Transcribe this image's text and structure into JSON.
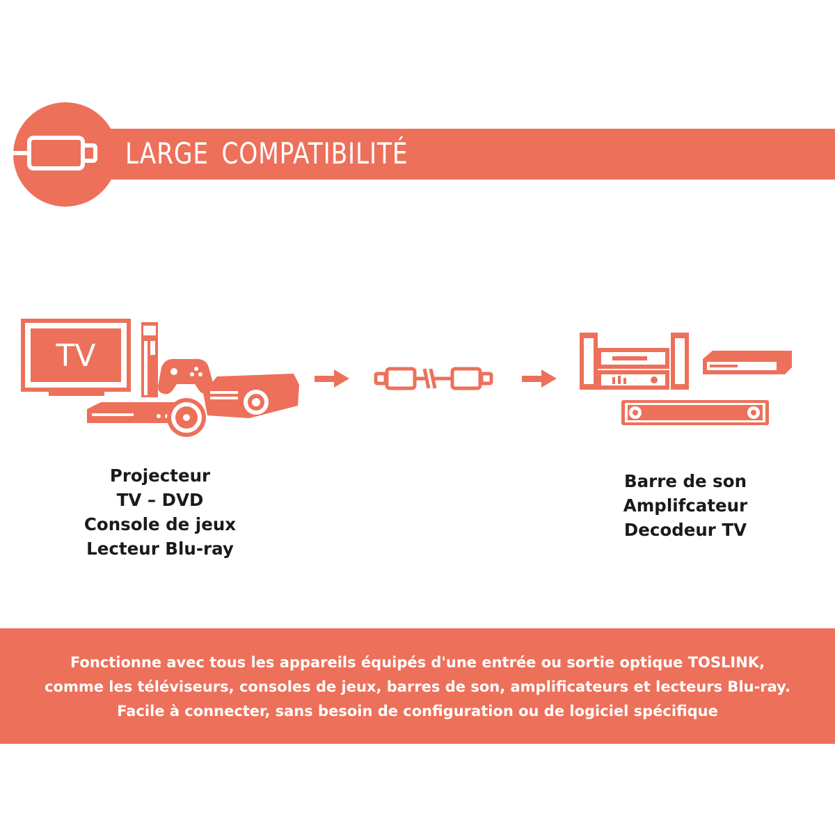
{
  "header": {
    "title": "LARGE  COMPATIBILITÉ",
    "icon": "optical-cable-icon"
  },
  "diagram": {
    "tv_screen_text": "TV",
    "source_icons": [
      "tv-icon",
      "game-console-icon",
      "gamepad-icon",
      "projector-icon",
      "dvd-player-icon",
      "disc-icon"
    ],
    "cable_icon": "toslink-cable-icon",
    "target_icons": [
      "hifi-amplifier-icon",
      "set-top-box-icon",
      "soundbar-icon"
    ]
  },
  "sources": {
    "lines": [
      "Projecteur",
      "TV – DVD",
      "Console de jeux",
      "Lecteur Blu-ray"
    ]
  },
  "targets": {
    "lines": [
      "Barre de son",
      "Amplifcateur",
      "Decodeur TV"
    ]
  },
  "footer": {
    "lines": [
      "Fonctionne avec tous les appareils équipés d'une entrée ou sortie optique TOSLINK,",
      "comme les téléviseurs, consoles de jeux, barres de son, amplificateurs et lecteurs Blu-ray.",
      "Facile à connecter, sans besoin de configuration ou de logiciel spécifique"
    ]
  },
  "colors": {
    "accent": "#ed705a",
    "text": "#1a1a1a",
    "background": "#ffffff"
  }
}
